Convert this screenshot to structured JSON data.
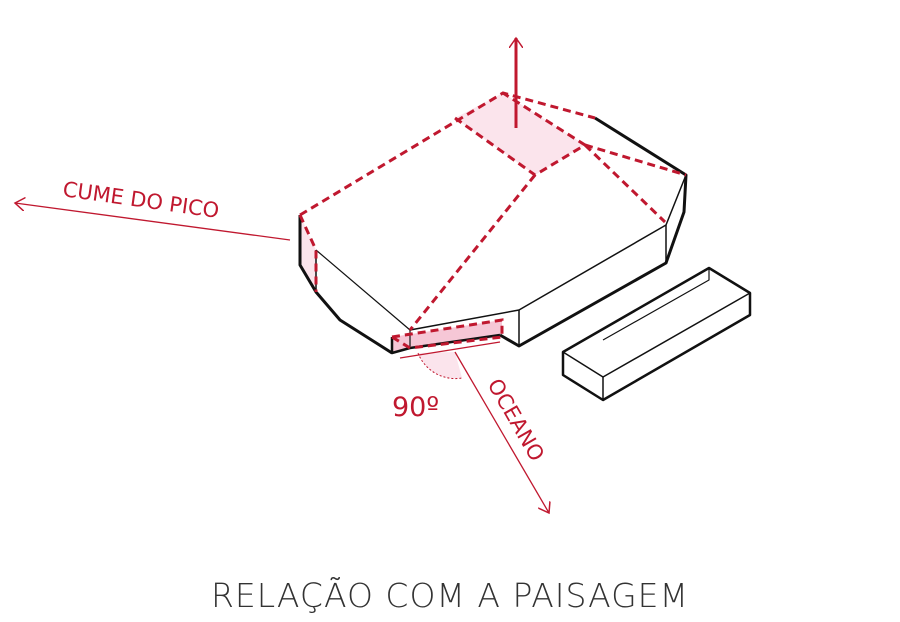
{
  "labels": {
    "peak": "CUME DO PICO",
    "ocean": "OCEANO",
    "angle": "90º"
  },
  "title": "RELAÇÃO COM A PAISAGEM",
  "colors": {
    "accent": "#c0182f",
    "fill": "#fbe4ec",
    "ink": "#111111"
  }
}
